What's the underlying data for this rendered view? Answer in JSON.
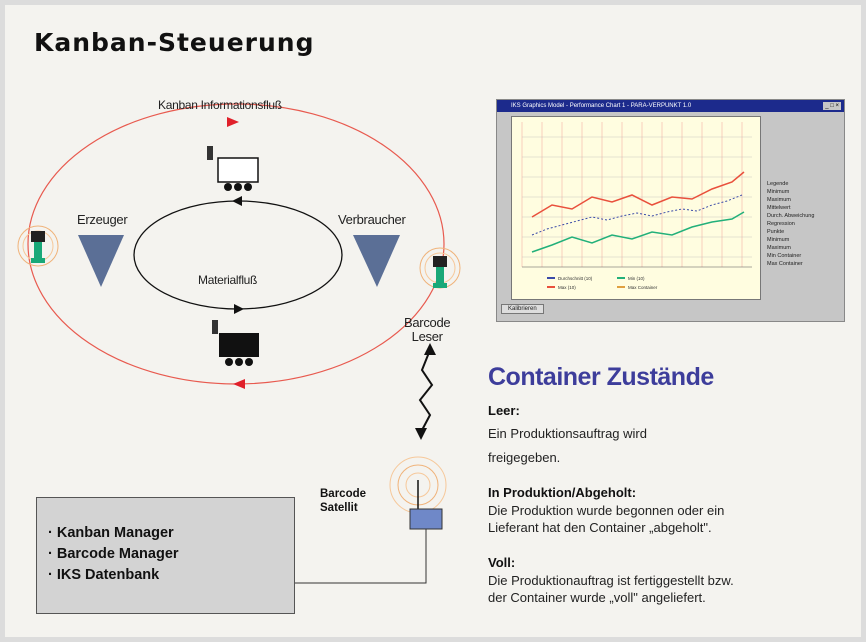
{
  "title": "Kanban-Steuerung",
  "diagram": {
    "info_flow": "Kanban Informationsfluß",
    "producer": "Erzeuger",
    "consumer": "Verbraucher",
    "material_flow": "Materialfluß",
    "barcode_reader": "Barcode\nLeser",
    "barcode_satellite": "Barcode\nSatellit",
    "colors": {
      "info_ring": "#e85a4f",
      "arrow": "#e0202a",
      "triangle": "#5b6f96",
      "computer": "#18a878"
    }
  },
  "system_list": [
    "Kanban Manager",
    "Barcode Manager",
    "IKS Datenbank"
  ],
  "container_states": {
    "heading": "Container Zustände",
    "states": [
      {
        "name": "Leer:",
        "text": "Ein Produktionsauftrag wird\nfreigegeben."
      },
      {
        "name": "In Produktion/Abgeholt:",
        "text": "Die Produktion wurde begonnen oder ein\nLieferant hat den Container „abgeholt\"."
      },
      {
        "name": "Voll:",
        "text": "Die Produktionauftrag ist fertiggestellt bzw.\nder Container wurde „voll\" angeliefert."
      }
    ]
  },
  "screenshot_window": {
    "title": "IKS Graphics Model - Performance Chart 1 - PARA-VERPUNKT 1.0",
    "footer_button": "Kalibrieren",
    "legend": [
      "Durchschnitt (10)",
      "Min (10)",
      "Max (10)",
      "Max Container"
    ],
    "side_panel": [
      "Legende",
      "Minimum",
      "Maximum",
      "Mittelwert",
      "Durch. Abweichung",
      "Regression",
      "Punkte",
      "Minimum",
      "Maximum",
      "Min Container",
      "Max Container"
    ],
    "colors": {
      "line_red": "#e9503c",
      "line_green": "#22b07a",
      "line_blue": "#3a4aa8",
      "plot_bg": "#fffde0"
    }
  }
}
